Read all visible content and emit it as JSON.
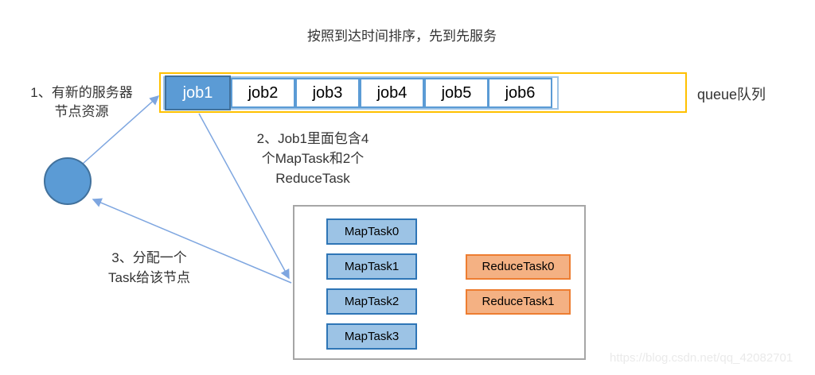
{
  "title": "按照到达时间排序，先到先服务",
  "queue": {
    "label": "queue队列",
    "jobs": [
      {
        "label": "job1",
        "selected": true
      },
      {
        "label": "job2",
        "selected": false
      },
      {
        "label": "job3",
        "selected": false
      },
      {
        "label": "job4",
        "selected": false
      },
      {
        "label": "job5",
        "selected": false
      },
      {
        "label": "job6",
        "selected": false
      }
    ]
  },
  "steps": {
    "step1": {
      "line1": "1、有新的服务器",
      "line2": "节点资源"
    },
    "step2": {
      "line1": "2、Job1里面包含4",
      "line2": "个MapTask和2个",
      "line3": "ReduceTask"
    },
    "step3": {
      "line1": "3、分配一个",
      "line2": "Task给该节点"
    }
  },
  "job1_tasks": {
    "map_tasks": [
      "MapTask0",
      "MapTask1",
      "MapTask2",
      "MapTask3"
    ],
    "reduce_tasks": [
      "ReduceTask0",
      "ReduceTask1"
    ]
  },
  "watermark": "https://blog.csdn.net/qq_42082701",
  "colors": {
    "selected_job_fill": "#5B9BD5",
    "selected_job_border": "#41719C",
    "job_border": "#5B9BD5",
    "queue_outer_border": "#FFC000",
    "queue_inner_border": "#9DC3E6",
    "map_task_fill": "#9CC3E5",
    "map_task_border": "#2E75B6",
    "reduce_task_fill": "#F4B183",
    "reduce_task_border": "#ED7D31",
    "arrow": "#7EA6E0",
    "node_circle_fill": "#5B9BD5",
    "task_container_border": "#A6A6A6",
    "watermark_text": "#EAEAEA"
  }
}
